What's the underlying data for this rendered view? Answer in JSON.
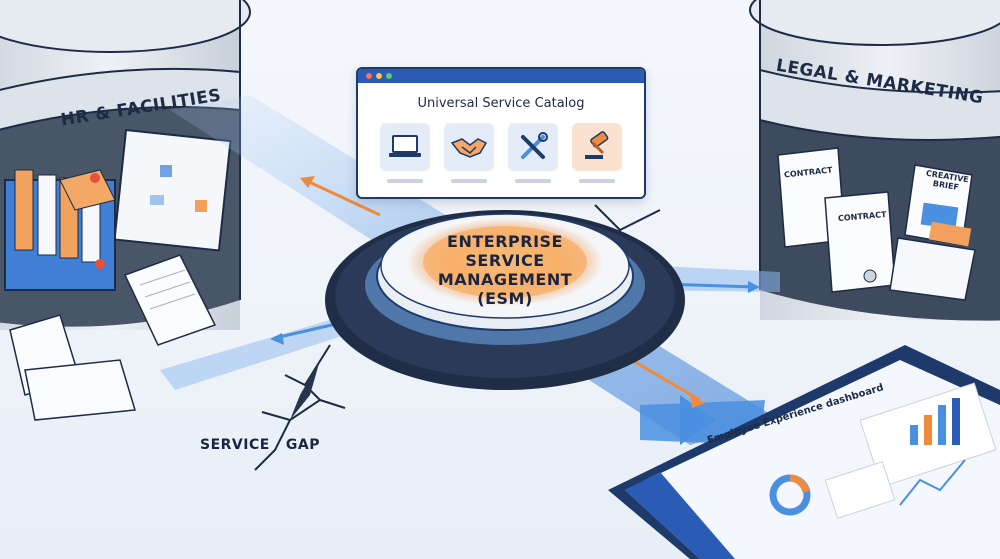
{
  "silos": {
    "left_label": "HR & FACILITIES",
    "right_label": "LEGAL & MARKETING"
  },
  "hub": {
    "label_line1": "ENTERPRISE",
    "label_line2": "SERVICE",
    "label_line3": "MANAGEMENT",
    "label_line4": "(ESM)"
  },
  "catalog": {
    "title": "Universal Service Catalog",
    "tiles": [
      {
        "icon": "laptop-icon",
        "bg": "#e3ecf7"
      },
      {
        "icon": "handshake-icon",
        "bg": "#e3ecf7"
      },
      {
        "icon": "tools-icon",
        "bg": "#e3ecf7"
      },
      {
        "icon": "gavel-icon",
        "bg": "#fbe1cf"
      }
    ]
  },
  "documents": {
    "contract_1": "CONTRACT",
    "contract_2": "CONTRACT",
    "creative_brief_1": "CREATIVE",
    "creative_brief_2": "BRIEF"
  },
  "gap": {
    "label": "SERVICE   GAP"
  },
  "dashboard": {
    "title": "Employee Experience dashboard"
  },
  "colors": {
    "navy": "#1d3a6b",
    "blue_flow": "#4a8fe0",
    "orange_flow": "#f08a3c",
    "silo_gray": "#dfe4ea"
  }
}
